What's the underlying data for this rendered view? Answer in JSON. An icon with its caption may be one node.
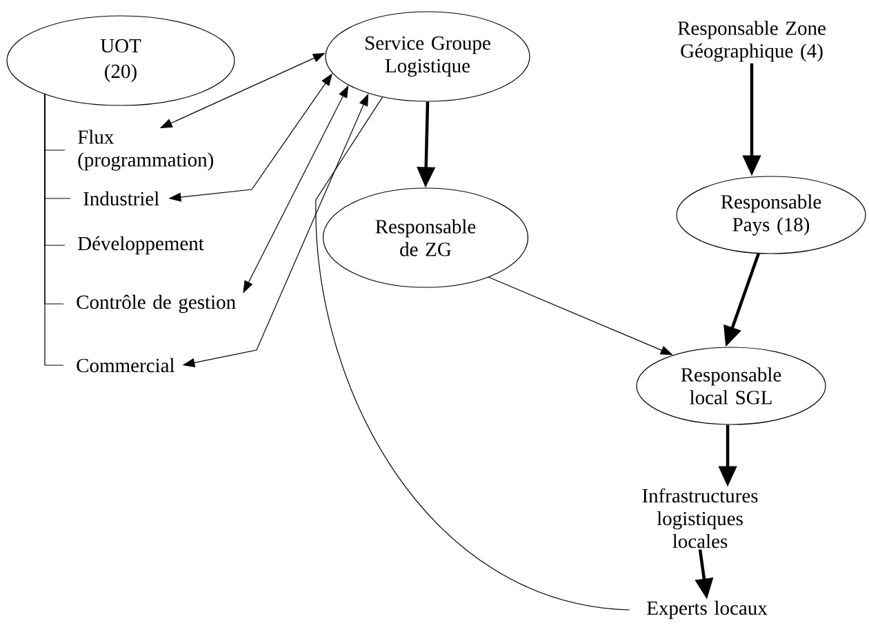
{
  "diagram": {
    "nodes": [
      {
        "text": [
          "UOT",
          "(20)"
        ]
      },
      {
        "text": [
          "Flux (programmation)"
        ]
      },
      {
        "text": [
          "Industriel"
        ]
      },
      {
        "text": [
          "Développement"
        ]
      },
      {
        "text": [
          "Contrôle de gestion"
        ]
      },
      {
        "text": [
          "Commercial"
        ]
      },
      {
        "text": [
          "Service Groupe Logistique"
        ]
      },
      {
        "text": [
          "Responsable Zone Géographique (4)"
        ]
      },
      {
        "text": [
          "Responsable de ZG"
        ]
      },
      {
        "text": [
          "Responsable Pays (18)"
        ]
      },
      {
        "text": [
          "Responsable local SGL"
        ]
      },
      {
        "text": [
          "Infrastructures logistiques locales"
        ]
      },
      {
        "text": [
          "Experts locaux"
        ]
      }
    ],
    "edges": [
      {
        "from": 0,
        "to": 1,
        "arrow": "none"
      },
      {
        "from": 0,
        "to": 2,
        "arrow": "none"
      },
      {
        "from": 0,
        "to": 3,
        "arrow": "none"
      },
      {
        "from": 0,
        "to": 4,
        "arrow": "none"
      },
      {
        "from": 0,
        "to": 5,
        "arrow": "none"
      },
      {
        "from": 6,
        "to": 1,
        "arrow": "both"
      },
      {
        "from": 6,
        "to": 2,
        "arrow": "both"
      },
      {
        "from": 6,
        "to": 4,
        "arrow": "both"
      },
      {
        "from": 6,
        "to": 5,
        "arrow": "both"
      },
      {
        "from": 12,
        "to": 6,
        "arrow": "none"
      },
      {
        "from": 6,
        "to": 8,
        "arrow": "to",
        "style": "thick"
      },
      {
        "from": 7,
        "to": 9,
        "arrow": "to",
        "style": "thick"
      },
      {
        "from": 9,
        "to": 10,
        "arrow": "to",
        "style": "thick"
      },
      {
        "from": 8,
        "to": 10,
        "arrow": "to"
      },
      {
        "from": 10,
        "to": 11,
        "arrow": "to",
        "style": "thick"
      },
      {
        "from": 11,
        "to": 12,
        "arrow": "to",
        "style": "thick"
      }
    ]
  }
}
